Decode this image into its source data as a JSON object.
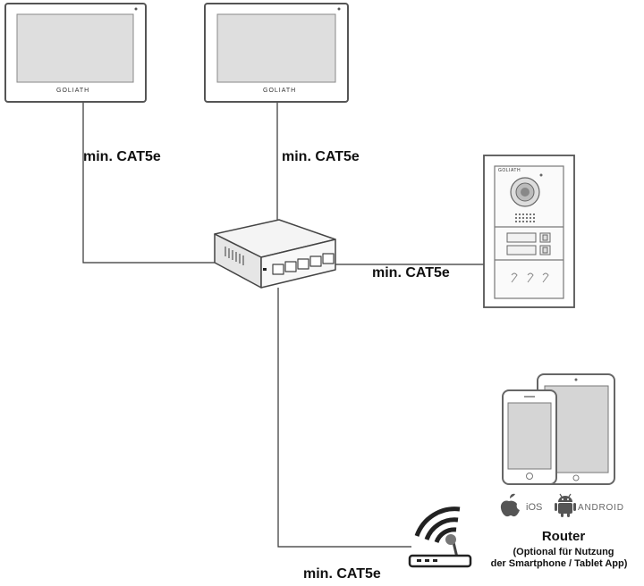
{
  "brand": "GOLIATH",
  "cable_label": "min. CAT5e",
  "os": {
    "ios": "iOS",
    "android": "ANDROID"
  },
  "router": {
    "title": "Router",
    "note_line1": "(Optional für Nutzung",
    "note_line2": "der Smartphone / Tablet App)"
  }
}
